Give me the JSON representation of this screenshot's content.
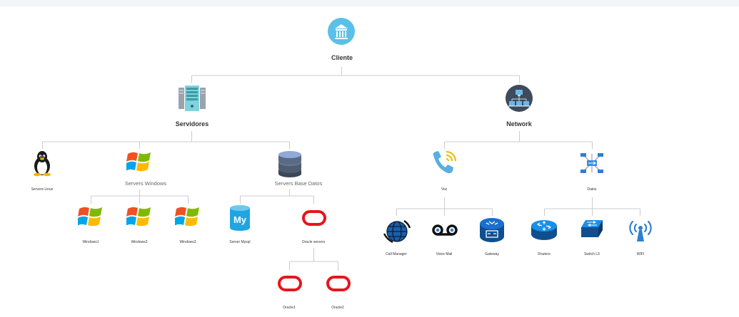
{
  "nodes": {
    "cliente": "Cliente",
    "servidores": "Servidores",
    "network": "Network",
    "servers_linux": "Servers Linux",
    "servers_windows": "Servers Windows",
    "servers_base_datos": "Servers Base Datos",
    "voz": "Voz",
    "datos": "Datos",
    "windows1": "Windows1",
    "windows2": "Windows2",
    "windows3": "Windows3",
    "server_mysql": "Server Mysql",
    "oracle_servers": "Oracle servers",
    "call_manager": "Call Manager",
    "voice_mail": "Voice Mail",
    "gateway": "Gateway",
    "routers": "Routers",
    "switch_l3": "Switch L3",
    "wifi": "WIFI",
    "oracle1": "Oracle1",
    "oracle2": "Oracle2"
  },
  "icons": {
    "cliente": "bank-icon",
    "servidores": "server-rack-icon",
    "network": "network-computers-icon",
    "linux": "linux-penguin-icon",
    "windows": "windows-logo-icon",
    "database": "database-stack-icon",
    "voz": "phone-icon",
    "datos": "network-switch-icon",
    "mysql": "mysql-icon",
    "oracle": "oracle-logo-icon",
    "call_manager": "globe-network-icon",
    "voice_mail": "voicemail-icon",
    "gateway": "gateway-router-icon",
    "routers": "router-icon",
    "switch_l3": "switch-l3-icon",
    "wifi": "wifi-antenna-icon"
  },
  "colors": {
    "connector": "#cccccc",
    "cliente_bg": "#5bc0e8",
    "network_bg": "#3d4b5c",
    "oracle_red": "#e8141c",
    "router_blue": "#1a6fd0",
    "windows_red": "#f25022",
    "windows_green": "#7fba00",
    "windows_blue": "#00a4ef",
    "windows_yellow": "#ffb900"
  }
}
